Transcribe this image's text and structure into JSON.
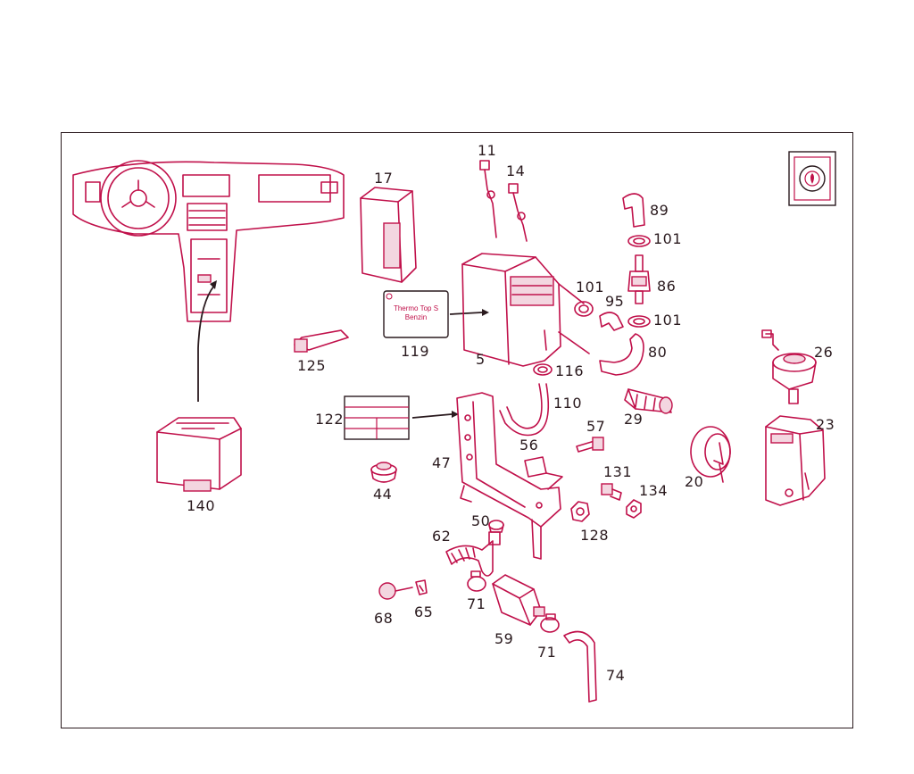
{
  "diagram": {
    "colors": {
      "line": "#c0104a",
      "text": "#2a1a1e",
      "frame": "#2a1a1e",
      "background": "#ffffff"
    },
    "label_119": {
      "line1": "Thermo Top S",
      "line2": "Benzin"
    },
    "callouts": {
      "c5": "5",
      "c11": "11",
      "c14": "14",
      "c17": "17",
      "c20": "20",
      "c23": "23",
      "c26": "26",
      "c29": "29",
      "c44": "44",
      "c47": "47",
      "c50": "50",
      "c56": "56",
      "c57": "57",
      "c59": "59",
      "c62": "62",
      "c65": "65",
      "c68": "68",
      "c71a": "71",
      "c71b": "71",
      "c74": "74",
      "c80": "80",
      "c86": "86",
      "c89": "89",
      "c95": "95",
      "c101a": "101",
      "c101b": "101",
      "c101c": "101",
      "c110": "110",
      "c116": "116",
      "c119": "119",
      "c122": "122",
      "c125": "125",
      "c128": "128",
      "c131": "131",
      "c134": "134",
      "c140": "140"
    },
    "icons": {
      "corner_badge": "heater-symbol-icon"
    }
  }
}
